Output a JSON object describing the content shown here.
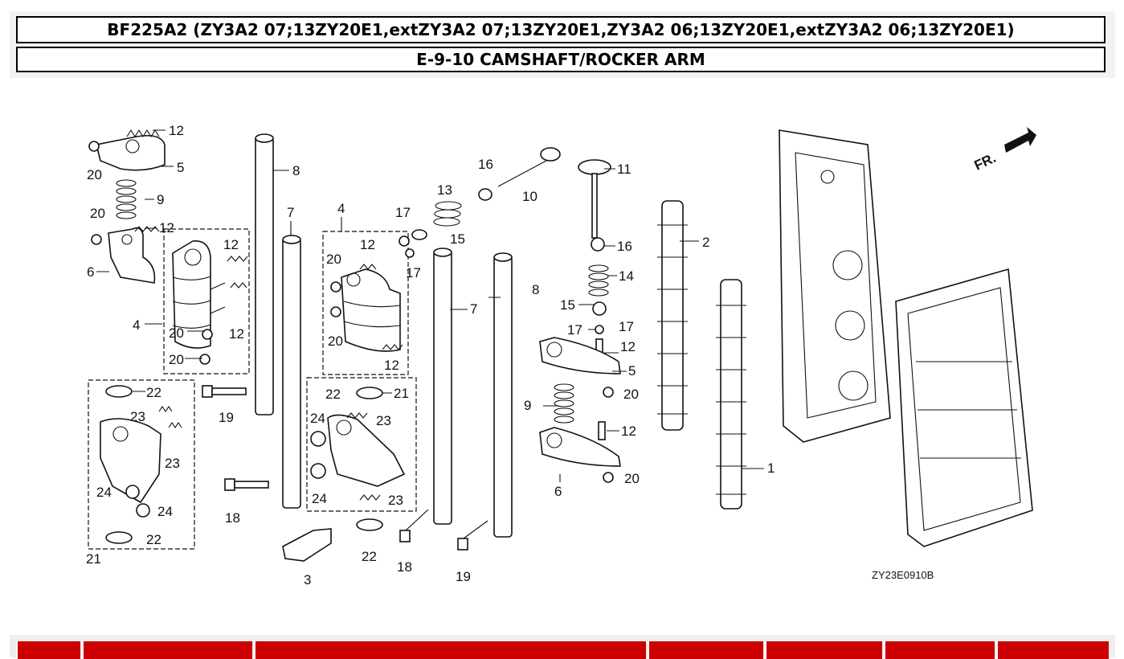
{
  "header": {
    "model_title": "BF225A2 (ZY3A2 07;13ZY20E1,extZY3A2 07;13ZY20E1,ZY3A2 06;13ZY20E1,extZY3A2 06;13ZY20E1)",
    "section_title": "E-9-10 CAMSHAFT/ROCKER ARM"
  },
  "diagram": {
    "drawing_code": "ZY23E0910B",
    "front_marker": "FR.",
    "callouts": [
      {
        "id": "c12a",
        "text": "12"
      },
      {
        "id": "c5a",
        "text": "5"
      },
      {
        "id": "c20a",
        "text": "20"
      },
      {
        "id": "c9a",
        "text": "9"
      },
      {
        "id": "c20b",
        "text": "20"
      },
      {
        "id": "c12b",
        "text": "12"
      },
      {
        "id": "c6a",
        "text": "6"
      },
      {
        "id": "c12c",
        "text": "12"
      },
      {
        "id": "c4a",
        "text": "4"
      },
      {
        "id": "c20c",
        "text": "20"
      },
      {
        "id": "c12d",
        "text": "12"
      },
      {
        "id": "c20d",
        "text": "20"
      },
      {
        "id": "c8a",
        "text": "8"
      },
      {
        "id": "c7a",
        "text": "7"
      },
      {
        "id": "c4b",
        "text": "4"
      },
      {
        "id": "c12e",
        "text": "12"
      },
      {
        "id": "c20e",
        "text": "20"
      },
      {
        "id": "c20f",
        "text": "20"
      },
      {
        "id": "c12f",
        "text": "12"
      },
      {
        "id": "c17a",
        "text": "17"
      },
      {
        "id": "c17b",
        "text": "17"
      },
      {
        "id": "c13",
        "text": "13"
      },
      {
        "id": "c15a",
        "text": "15"
      },
      {
        "id": "c16a",
        "text": "16"
      },
      {
        "id": "c10",
        "text": "10"
      },
      {
        "id": "c7b",
        "text": "7"
      },
      {
        "id": "c8b",
        "text": "8"
      },
      {
        "id": "c11",
        "text": "11"
      },
      {
        "id": "c16b",
        "text": "16"
      },
      {
        "id": "c14",
        "text": "14"
      },
      {
        "id": "c15b",
        "text": "15"
      },
      {
        "id": "c17c",
        "text": "17"
      },
      {
        "id": "c17d",
        "text": "17"
      },
      {
        "id": "c12g",
        "text": "12"
      },
      {
        "id": "c5b",
        "text": "5"
      },
      {
        "id": "c20g",
        "text": "20"
      },
      {
        "id": "c9b",
        "text": "9"
      },
      {
        "id": "c12h",
        "text": "12"
      },
      {
        "id": "c6b",
        "text": "6"
      },
      {
        "id": "c20h",
        "text": "20"
      },
      {
        "id": "c2",
        "text": "2"
      },
      {
        "id": "c1",
        "text": "1"
      },
      {
        "id": "c22a",
        "text": "22"
      },
      {
        "id": "c23a",
        "text": "23"
      },
      {
        "id": "c23b",
        "text": "23"
      },
      {
        "id": "c24a",
        "text": "24"
      },
      {
        "id": "c24b",
        "text": "24"
      },
      {
        "id": "c22b",
        "text": "22"
      },
      {
        "id": "c21a",
        "text": "21"
      },
      {
        "id": "c19a",
        "text": "19"
      },
      {
        "id": "c18a",
        "text": "18"
      },
      {
        "id": "c22c",
        "text": "22"
      },
      {
        "id": "c21b",
        "text": "21"
      },
      {
        "id": "c24c",
        "text": "24"
      },
      {
        "id": "c23c",
        "text": "23"
      },
      {
        "id": "c24d",
        "text": "24"
      },
      {
        "id": "c23d",
        "text": "23"
      },
      {
        "id": "c22d",
        "text": "22"
      },
      {
        "id": "c3",
        "text": "3"
      },
      {
        "id": "c18b",
        "text": "18"
      },
      {
        "id": "c19b",
        "text": "19"
      }
    ]
  },
  "footer": {
    "tab_color": "#cc0000"
  }
}
